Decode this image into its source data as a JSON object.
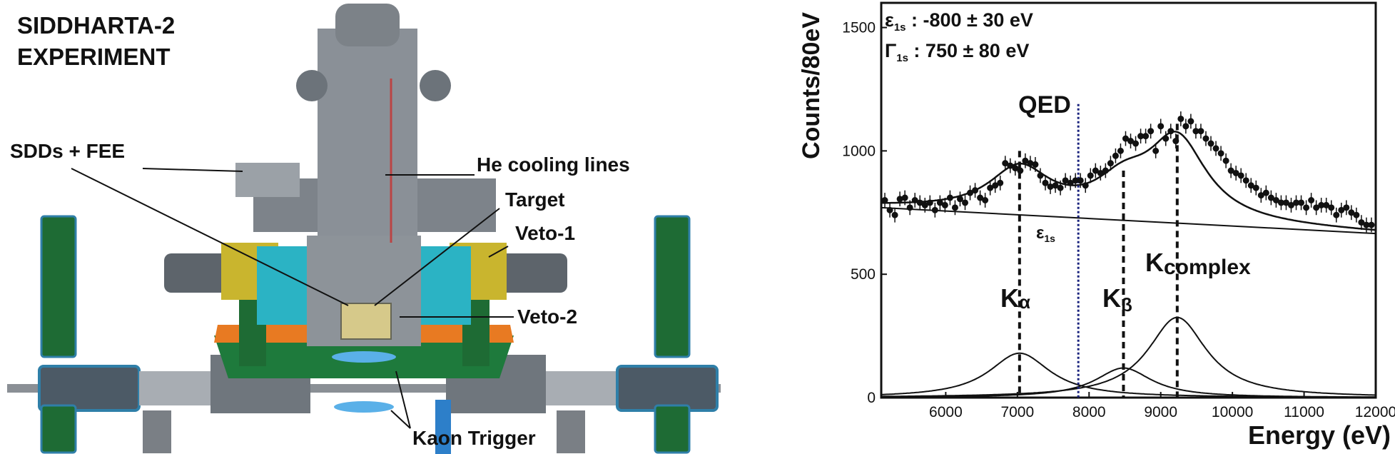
{
  "experiment": {
    "title_line1": "SIDDHARTA-2",
    "title_line2": "EXPERIMENT",
    "labels": {
      "sdds": "SDDs + FEE",
      "he_cooling": "He cooling lines",
      "target": "Target",
      "veto1": "Veto-1",
      "veto2": "Veto-2",
      "kaon_trigger": "Kaon Trigger"
    }
  },
  "chart_data": {
    "type": "scatter",
    "xlabel": "Energy (eV)",
    "ylabel": "Counts/80eV",
    "xlim": [
      5100,
      12000
    ],
    "ylim": [
      0,
      1600
    ],
    "xticks": [
      "6000",
      "7000",
      "8000",
      "9000",
      "10000",
      "11000",
      "12000"
    ],
    "yticks": [
      "0",
      "500",
      "1000",
      "1500"
    ],
    "params": {
      "eps_symbol": "ε",
      "eps_sub": "1s",
      "eps_value": "-800 ± 30  eV",
      "gamma_symbol": "Γ",
      "gamma_sub": "1s",
      "gamma_value": "750 ± 80  eV"
    },
    "annotations": {
      "qed": "QED",
      "eps_label": "ε",
      "eps_label_sub": "1s",
      "k_alpha": "K",
      "k_alpha_sub": "α",
      "k_beta": "K",
      "k_beta_sub": "β",
      "k_complex": "K",
      "k_complex_sub": "complex"
    },
    "vlines": {
      "qed": 7850,
      "k_alpha": 7030,
      "k_beta": 8480,
      "k_complex": 9230
    },
    "background_line": {
      "x": [
        5100,
        12000
      ],
      "y": [
        770,
        665
      ]
    },
    "peaks": [
      {
        "name": "Kα",
        "center": 7030,
        "height": 180,
        "width": 520
      },
      {
        "name": "Kβ",
        "center": 8480,
        "height": 120,
        "width": 480
      },
      {
        "name": "Kcomplex",
        "center": 9230,
        "height": 325,
        "width": 500
      }
    ],
    "data_points": {
      "x": [
        5150,
        5220,
        5290,
        5360,
        5430,
        5500,
        5570,
        5640,
        5710,
        5780,
        5850,
        5920,
        5990,
        6060,
        6130,
        6200,
        6270,
        6340,
        6410,
        6480,
        6550,
        6620,
        6690,
        6760,
        6830,
        6900,
        6970,
        7040,
        7110,
        7180,
        7250,
        7320,
        7390,
        7460,
        7530,
        7600,
        7670,
        7740,
        7810,
        7880,
        7950,
        8020,
        8090,
        8160,
        8230,
        8300,
        8370,
        8440,
        8510,
        8580,
        8650,
        8720,
        8790,
        8860,
        8930,
        9000,
        9070,
        9140,
        9210,
        9280,
        9350,
        9420,
        9490,
        9560,
        9630,
        9700,
        9770,
        9840,
        9910,
        9980,
        10050,
        10120,
        10190,
        10260,
        10330,
        10400,
        10470,
        10540,
        10610,
        10680,
        10750,
        10820,
        10890,
        10960,
        11030,
        11100,
        11170,
        11240,
        11310,
        11380,
        11450,
        11520,
        11590,
        11660,
        11730,
        11800,
        11870,
        11940
      ],
      "y": [
        800,
        760,
        740,
        805,
        810,
        770,
        800,
        790,
        780,
        790,
        760,
        790,
        780,
        810,
        770,
        805,
        790,
        830,
        840,
        810,
        800,
        850,
        860,
        870,
        950,
        940,
        930,
        920,
        960,
        950,
        945,
        900,
        870,
        855,
        860,
        850,
        880,
        870,
        880,
        880,
        860,
        900,
        920,
        910,
        920,
        950,
        980,
        1000,
        1050,
        1040,
        1030,
        1060,
        1060,
        1080,
        1000,
        1100,
        1050,
        1080,
        1040,
        1130,
        1100,
        1120,
        1080,
        1080,
        1050,
        1030,
        1010,
        990,
        960,
        920,
        910,
        900,
        880,
        860,
        850,
        820,
        830,
        810,
        800,
        790,
        790,
        780,
        790,
        790,
        770,
        800,
        770,
        780,
        780,
        770,
        740,
        760,
        770,
        750,
        740,
        710,
        700,
        700
      ],
      "err": 30
    },
    "fit_curve_color": "#111111",
    "qed_line_color": "#1a237e"
  }
}
